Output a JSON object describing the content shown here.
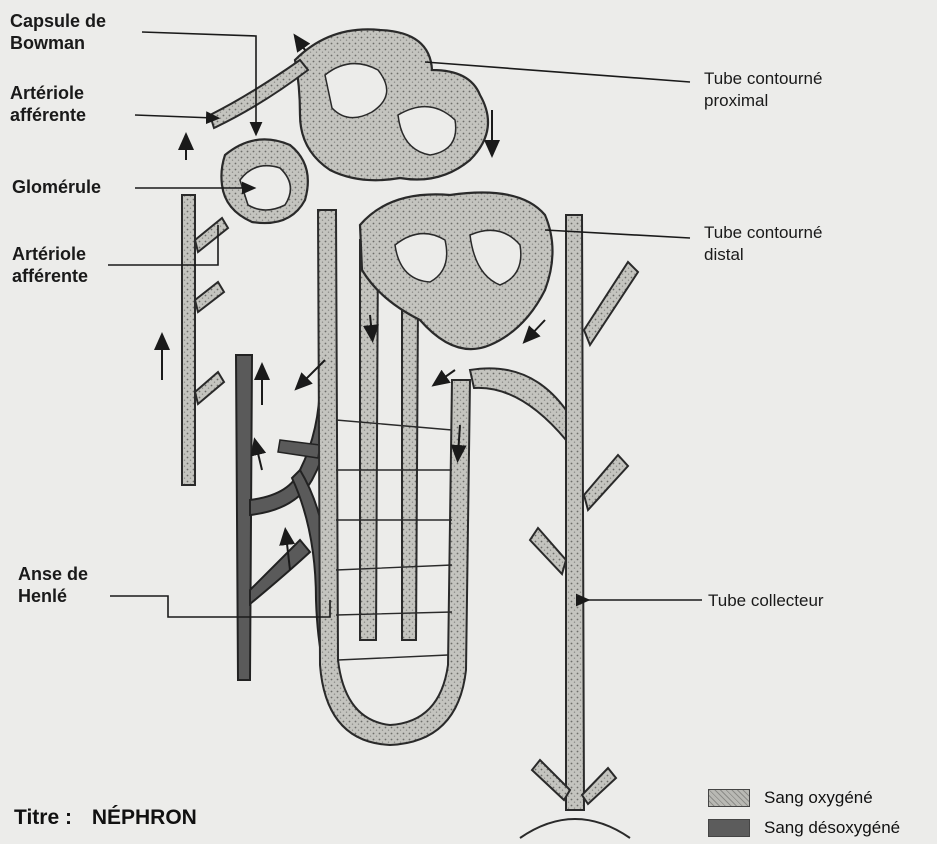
{
  "labels": {
    "capsule_bowman": [
      "Capsule de",
      "Bowman"
    ],
    "arteriole_top": [
      "Artériole",
      "afférente"
    ],
    "glomerule": "Glomérule",
    "arteriole_bottom": [
      "Artériole",
      "afférente"
    ],
    "anse_henle": [
      "Anse de",
      "Henlé"
    ],
    "tube_proximal": [
      "Tube contourné",
      "proximal"
    ],
    "tube_distal": [
      "Tube contourné",
      "distal"
    ],
    "tube_collecteur": "Tube collecteur"
  },
  "title": {
    "prefix": "Titre :",
    "name": "NÉPHRON"
  },
  "legend": [
    {
      "label": "Sang oxygéné",
      "color": "#b9b9b4"
    },
    {
      "label": "Sang désoxygéné",
      "color": "#5c5c5c"
    }
  ],
  "colors": {
    "oxygenated": "#b9b9b4",
    "deoxygenated": "#5a5a5a",
    "outline": "#2a2a2a",
    "background": "#ececea"
  }
}
